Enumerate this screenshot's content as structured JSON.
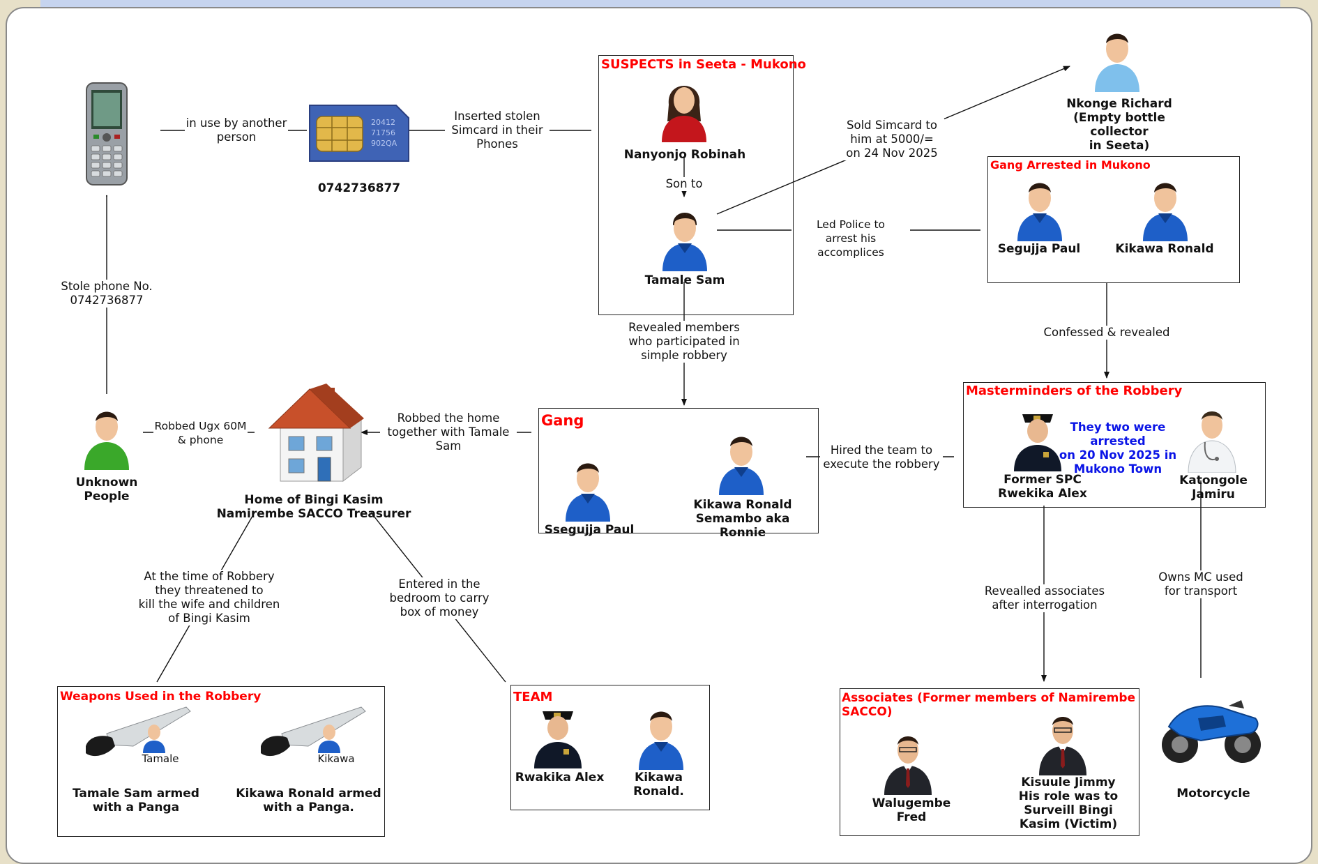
{
  "colors": {
    "red_title": "#ff0000",
    "blue_note": "#0a14e6",
    "frame_border": "#8a8a8a",
    "top_bar": "#c6d4ef"
  },
  "icons": {
    "phone": "mobile-phone-icon",
    "simcard": "sim-card-icon",
    "person_female": "woman-avatar-icon",
    "person_male": "man-avatar-icon",
    "person_green": "man-green-shirt-icon",
    "house": "house-icon",
    "police": "police-officer-icon",
    "doctor": "doctor-icon",
    "businessman": "businessman-icon",
    "knife": "knife-icon",
    "motorcycle": "motorcycle-icon"
  },
  "phone": {
    "caption": "."
  },
  "sim": {
    "number": "0742736877",
    "card_text": "20412\n71756\n902QA"
  },
  "suspects": {
    "title": "SUSPECTS in Seeta - Mukono",
    "nanyonjo": "Nanyonjo Robinah",
    "son_to": "Son to",
    "tamale": "Tamale Sam"
  },
  "nkonge": {
    "name": "Nkonge Richard\n(Empty bottle collector\nin Seeta)"
  },
  "arrested": {
    "title": "Gang Arrested in Mukono",
    "p1": "Segujja Paul",
    "p2": "Kikawa Ronald"
  },
  "masterminds": {
    "title": "Masterminders of the Robbery",
    "note": "They two were arrested\non 20 Nov 2025 in\nMukono Town",
    "p1": "Former SPC\nRwekika Alex",
    "p2": "Katongole Jamiru"
  },
  "gang": {
    "title": "Gang",
    "p1": "Ssegujja Paul",
    "p2": "Kikawa Ronald\nSemambo aka\nRonnie"
  },
  "home": {
    "label": "Home of Bingi Kasim\nNamirembe SACCO Treasurer"
  },
  "unknown": {
    "label": "Unknown\nPeople"
  },
  "weapons": {
    "title": "Weapons Used in the Robbery",
    "k1_tag": "Tamale",
    "k2_tag": "Kikawa",
    "w1": "Tamale Sam armed\nwith a Panga",
    "w2": "Kikawa Ronald armed\nwith a Panga."
  },
  "team": {
    "title": "TEAM",
    "p1": "Rwakika Alex",
    "p2": "Kikawa Ronald."
  },
  "associates": {
    "title": "Associates (Former members of Namirembe\nSACCO)",
    "p1": "Walugembe Fred",
    "p2": "Kisuule Jimmy\nHis role was to\nSurveill Bingi\nKasim (Victim)"
  },
  "motorcycle": {
    "label": "Motorcycle"
  },
  "edges": {
    "in_use": "in use by another\nperson",
    "inserted": "Inserted stolen\nSimcard in their\nPhones",
    "sold": "Sold Simcard to\nhim at 5000/=\non 24 Nov 2025",
    "led_police": "Led Police to\narrest his accomplices",
    "stole": "Stole phone No.\n0742736877",
    "revealed": "Revealed members\nwho participated in\nsimple robbery",
    "confessed": "Confessed & revealed",
    "robbed_ugx": "Robbed Ugx 60M\n& phone",
    "robbed_home": "Robbed the home\ntogether with Tamale\nSam",
    "hired": "Hired the team to\nexecute the robbery",
    "threatened": "At the time of Robbery\nthey threatened to\nkill the wife and children\nof Bingi Kasim",
    "entered": "Entered in the\nbedroom to carry\nbox of money",
    "revealled_assoc": "Revealled associates\nafter interrogation",
    "owns_mc": "Owns MC used\nfor transport"
  }
}
